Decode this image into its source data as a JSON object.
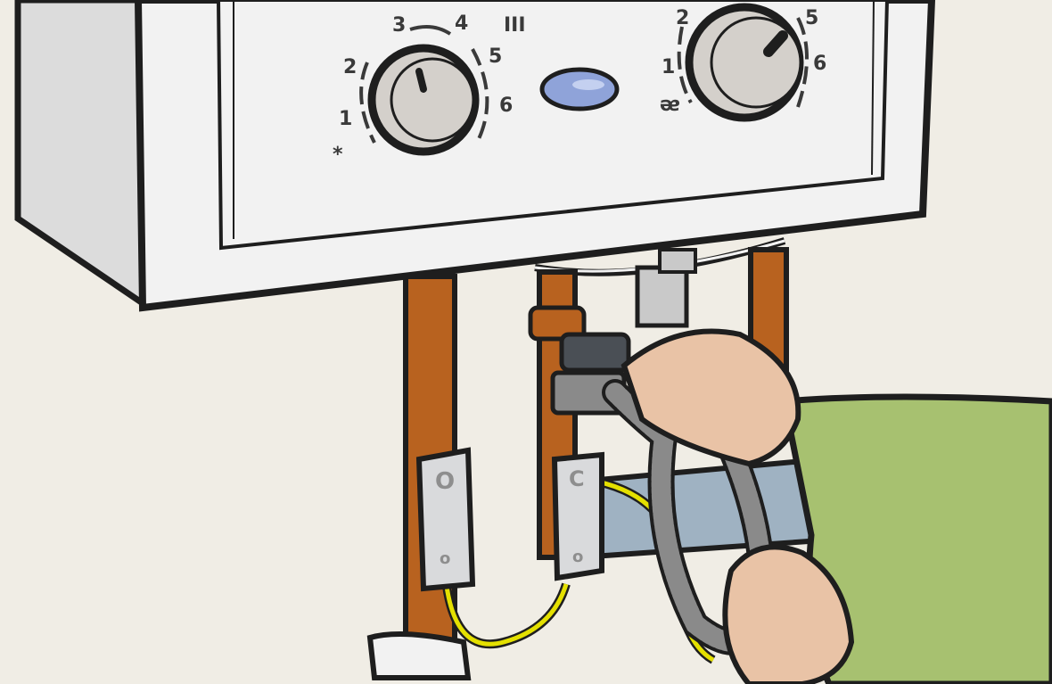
{
  "scene": {
    "description": "Illustration of a wall-mounted gas boiler with a hand connecting a flexible braided hose beneath it",
    "colors": {
      "background": "#f0ede5",
      "boiler_body": "#f2f2f2",
      "boiler_side": "#dcdcdc",
      "outline": "#1e1e1e",
      "dial_face": "#d4d0cb",
      "indicator_light": "#8fa3d9",
      "copper_pipe": "#b8621f",
      "clip": "#d9dadc",
      "earth_wire": "#e4e000",
      "blue_pipe": "#9fb2c2",
      "sleeve": "#a7c170",
      "skin": "#e9c3a6",
      "hose": "#8a8a8a"
    }
  },
  "left_dial": {
    "labels": [
      "*",
      "1",
      "2",
      "3",
      "4",
      "5",
      "6"
    ],
    "mode_symbol": "III"
  },
  "right_dial": {
    "labels": [
      "ᴂ",
      "1",
      "2",
      "5",
      "6"
    ]
  },
  "clips": [
    {
      "top_mark": "O",
      "bottom_mark": "o"
    },
    {
      "top_mark": "C",
      "bottom_mark": "o"
    }
  ]
}
